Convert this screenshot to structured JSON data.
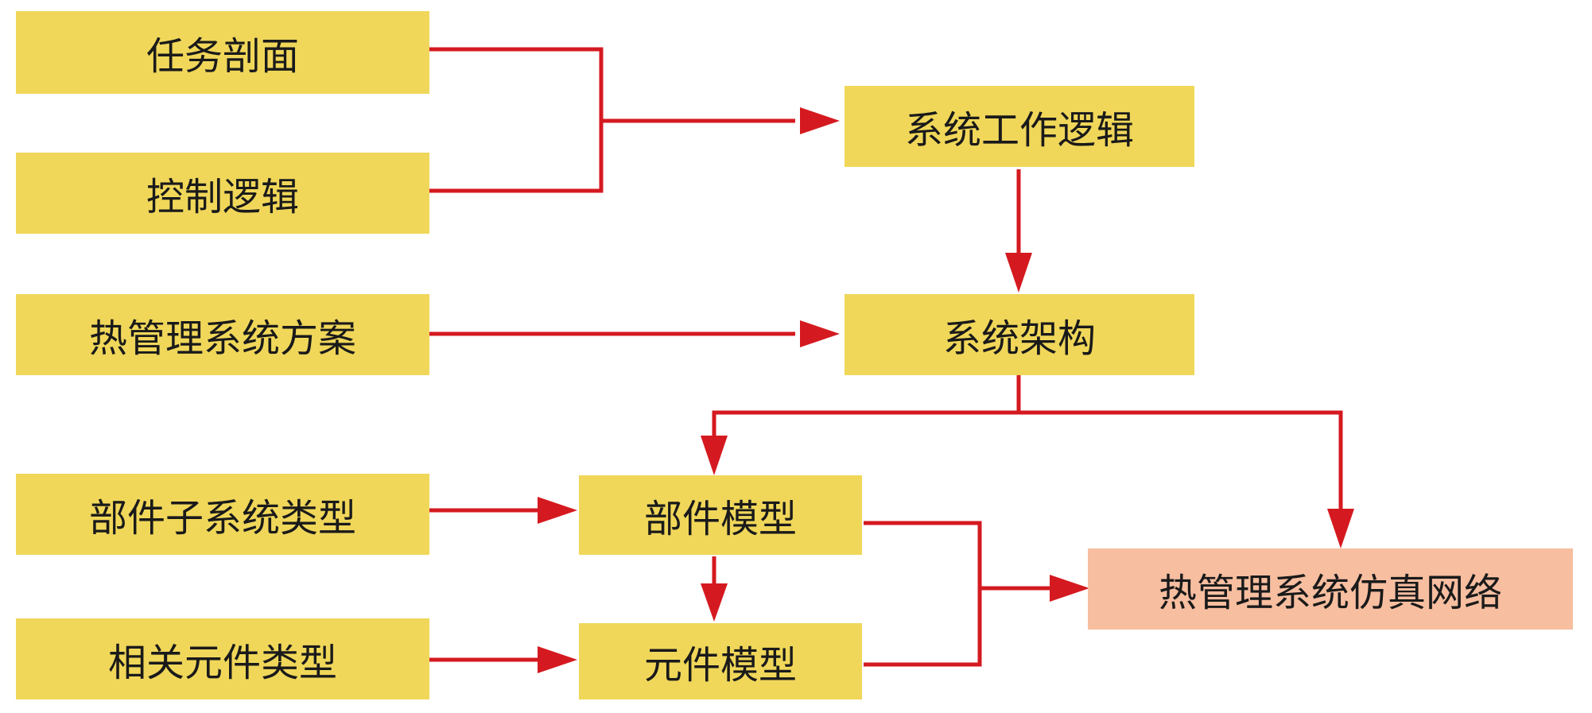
{
  "colors": {
    "node_fill": "#f0d75a",
    "target_fill": "#f7bea0",
    "arrow": "#d41a20",
    "text": "#1a1a1a"
  },
  "nodes": {
    "mission_profile": "任务剖面",
    "control_logic": "控制逻辑",
    "tms_scheme": "热管理系统方案",
    "subsystem_types": "部件子系统类型",
    "component_types": "相关元件类型",
    "system_logic": "系统工作逻辑",
    "system_architecture": "系统架构",
    "part_model": "部件模型",
    "component_model": "元件模型",
    "sim_network": "热管理系统仿真网络"
  }
}
